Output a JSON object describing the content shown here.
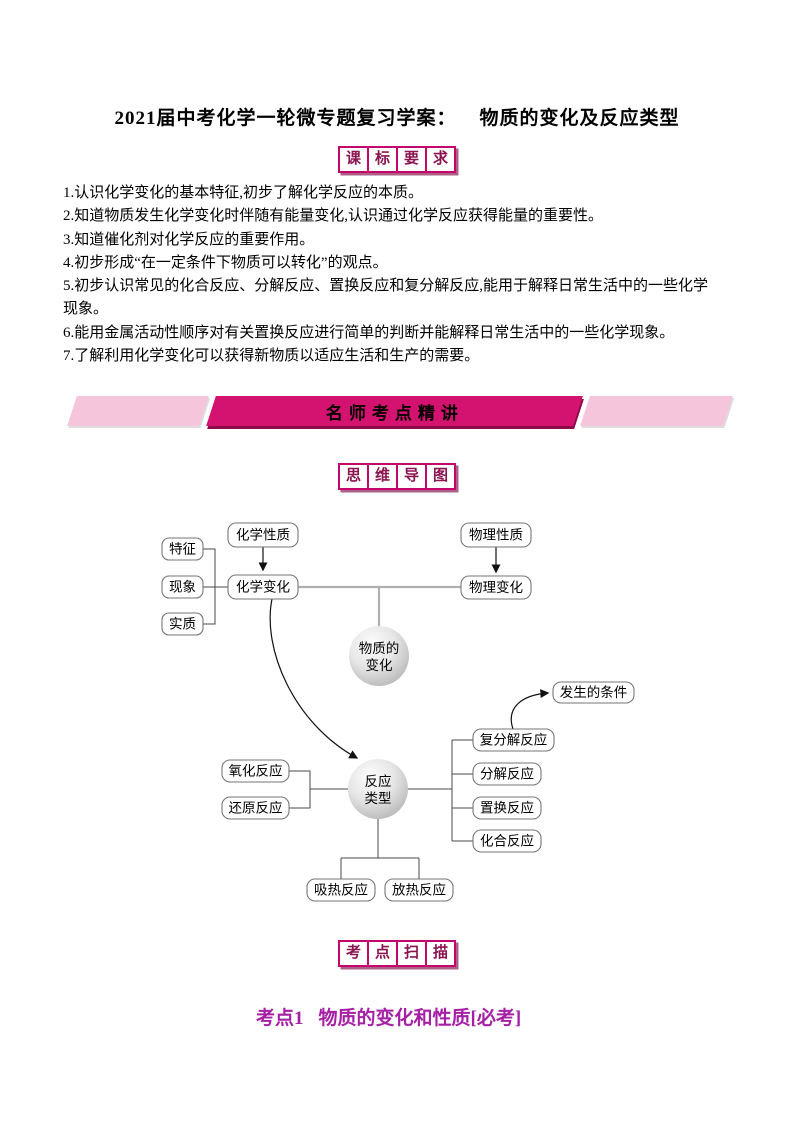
{
  "page": {
    "title": "2021届中考化学一轮微专题复习学案：    物质的变化及反应类型"
  },
  "badges": {
    "course_standard": [
      "课",
      "标",
      "要",
      "求"
    ],
    "mind_map": [
      "思",
      "维",
      "导",
      "图"
    ],
    "exam_scan": [
      "考",
      "点",
      "扫",
      "描"
    ]
  },
  "requirements": [
    "1.认识化学变化的基本特征,初步了解化学反应的本质。",
    "2.知道物质发生化学变化时伴随有能量变化,认识通过化学反应获得能量的重要性。",
    "3.知道催化剂对化学反应的重要作用。",
    "4.初步形成“在一定条件下物质可以转化”的观点。",
    "5.初步认识常见的化合反应、分解反应、置换反应和复分解反应,能用于解释日常生活中的一些化学现象。",
    "6.能用金属活动性顺序对有关置换反应进行简单的判断并能解释日常生活中的一些化学现象。",
    "7.了解利用化学变化可以获得新物质以适应生活和生产的需要。"
  ],
  "banner": {
    "label": "名师考点精讲"
  },
  "mindmap": {
    "nodes": {
      "tezheng": "特征",
      "xianxiang": "现象",
      "shizhi": "实质",
      "huaxue_xingzhi": "化学性质",
      "wuli_xingzhi": "物理性质",
      "huaxue_bianhua": "化学变化",
      "wuli_bianhua": "物理变化",
      "fasheng_tiaojian": "发生的条件",
      "fufenjie": "复分解反应",
      "fenjie": "分解反应",
      "zhihuan": "置换反应",
      "huahe": "化合反应",
      "yanghua": "氧化反应",
      "huanyuan": "还原反应",
      "xire": "吸热反应",
      "fangre": "放热反应"
    },
    "circles": {
      "wuzhi": {
        "line1": "物质的",
        "line2": "变化"
      },
      "fanying": {
        "line1": "反应",
        "line2": "类型"
      }
    }
  },
  "section": {
    "kaodian_label": "考点1",
    "kaodian_title": "物质的变化和性质",
    "kaodian_tag": "[必考]"
  },
  "colors": {
    "banner_accent": "#d4126f",
    "banner_light_pink": "#f5c6db",
    "badge_border": "#c4056b",
    "badge_text": "#8b1550",
    "kaodian_text": "#a620a6"
  }
}
